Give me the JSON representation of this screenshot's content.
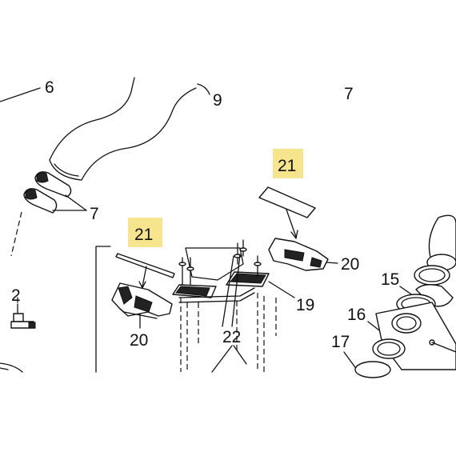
{
  "colors": {
    "highlight": "#f6e58d",
    "ink": "#111111",
    "background": "#ffffff"
  },
  "labels": {
    "l6": "6",
    "l9": "9",
    "l7_top": "7",
    "l7_left": "7",
    "l21_right": "21",
    "l21_left": "21",
    "l20_right": "20",
    "l20_left": "20",
    "l19": "19",
    "l22": "22",
    "l2": "2",
    "l15": "15",
    "l16": "16",
    "l17": "17"
  }
}
